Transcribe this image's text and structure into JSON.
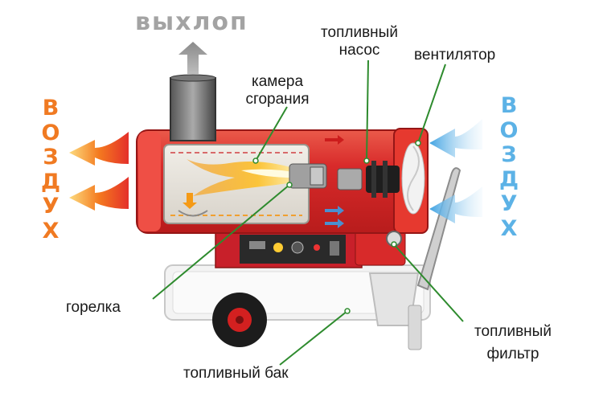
{
  "labels": {
    "exhaust": "выхлоп",
    "fuel_pump_line1": "топливный",
    "fuel_pump_line2": "насос",
    "fan": "вентилятор",
    "combustion_chamber_line1": "камера",
    "combustion_chamber_line2": "сгорания",
    "burner": "горелка",
    "fuel_filter_line1": "топливный",
    "fuel_filter_line2": "фильтр",
    "fuel_tank": "топливный бак",
    "air_left": [
      "В",
      "О",
      "З",
      "Д",
      "У",
      "Х"
    ],
    "air_right": [
      "В",
      "О",
      "З",
      "Д",
      "У",
      "Х"
    ]
  },
  "colors": {
    "body_red": "#d82a2a",
    "warm_air": "#f07a22",
    "cold_air": "#5cb2e6",
    "exhaust_gray": "#a3a3a3",
    "leader_line": "#2e8b2e",
    "flame": "#f7b21d"
  }
}
